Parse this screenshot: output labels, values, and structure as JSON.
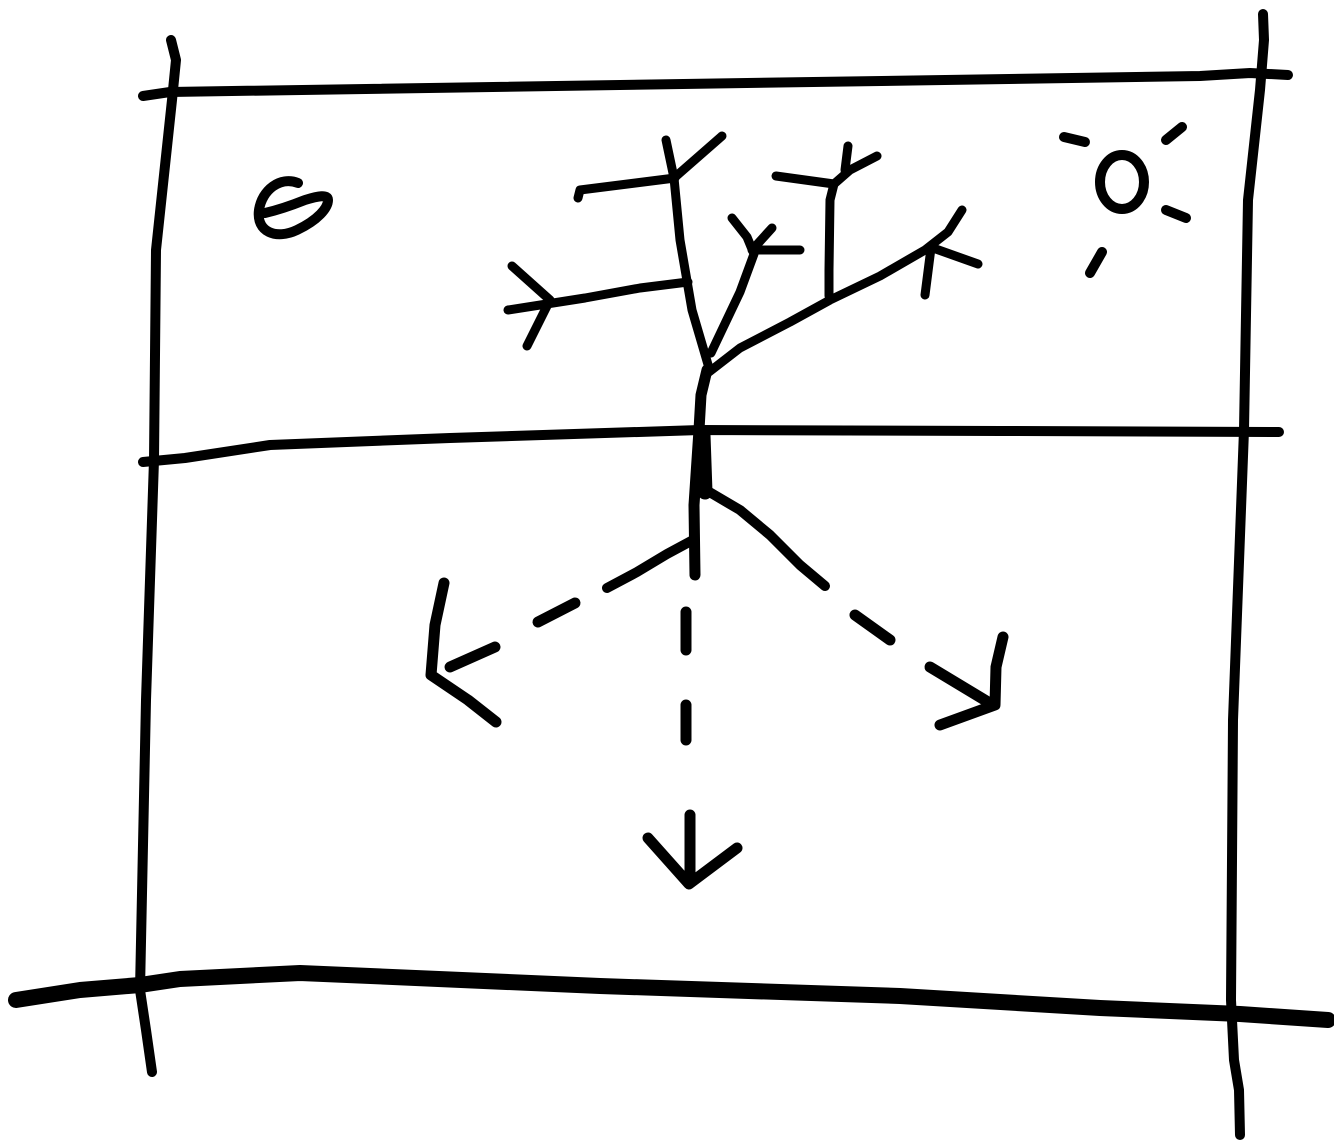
{
  "diagram": {
    "type": "hand-drawn sketch",
    "ink_color": "#000000",
    "background_color": "#ffffff",
    "regions": [
      "above-ground",
      "below-ground"
    ],
    "elements": [
      "frame",
      "ground-line",
      "tree-trunk",
      "tree-branches",
      "root",
      "dashed-arrow-left",
      "dashed-arrow-down",
      "dashed-arrow-right",
      "seed-shape",
      "sun-icon"
    ],
    "icons": [
      "seed-icon",
      "sun-icon",
      "arrow-icon"
    ],
    "arrows": {
      "count": 3,
      "style": "dashed",
      "directions": [
        "down-left",
        "down",
        "down-right"
      ]
    }
  }
}
